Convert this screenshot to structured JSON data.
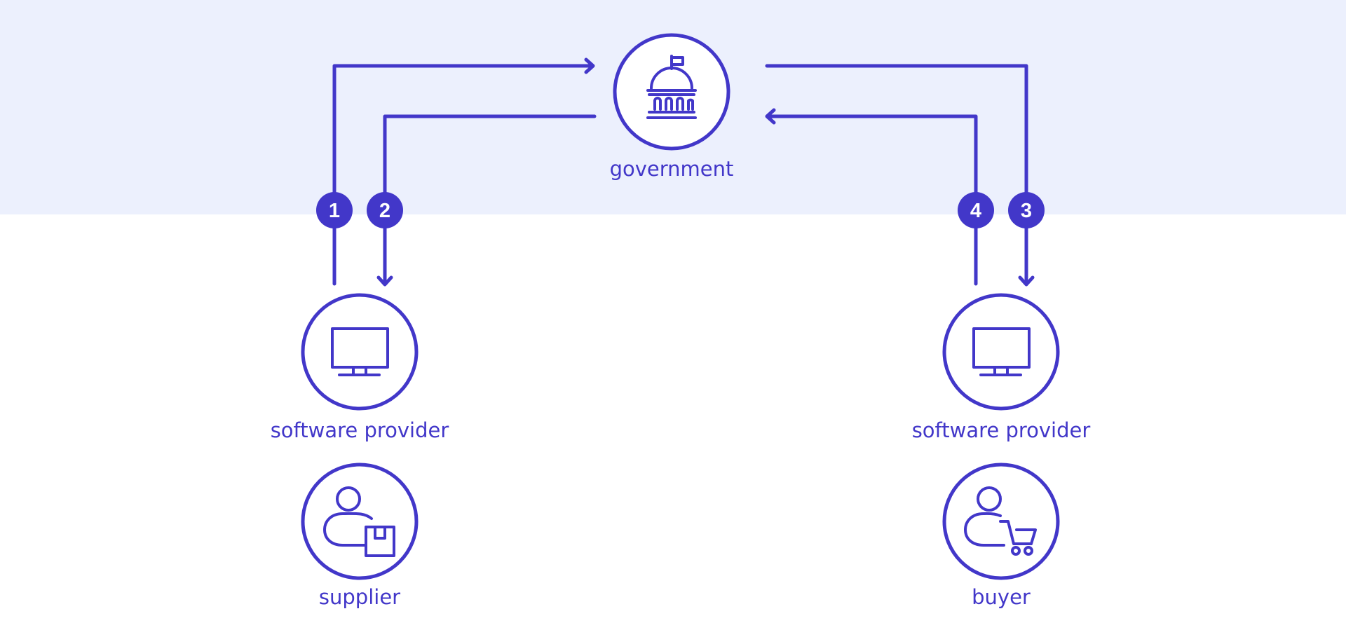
{
  "colors": {
    "accent": "#4237c9",
    "band": "#ecf0fd",
    "background": "#ffffff",
    "badge_text": "#ffffff"
  },
  "nodes": {
    "government": {
      "label": "government",
      "icon": "government-building-icon"
    },
    "supplier_software": {
      "label": "software provider",
      "icon": "monitor-icon"
    },
    "buyer_software": {
      "label": "software provider",
      "icon": "monitor-icon"
    },
    "supplier": {
      "label": "supplier",
      "icon": "user-with-package-icon"
    },
    "buyer": {
      "label": "buyer",
      "icon": "user-with-cart-icon"
    }
  },
  "steps": [
    {
      "number": "1",
      "from": "software provider (supplier)",
      "to": "government"
    },
    {
      "number": "2",
      "from": "government",
      "to": "software provider (supplier)"
    },
    {
      "number": "3",
      "from": "government",
      "to": "software provider (buyer)"
    },
    {
      "number": "4",
      "from": "software provider (buyer)",
      "to": "government"
    }
  ]
}
